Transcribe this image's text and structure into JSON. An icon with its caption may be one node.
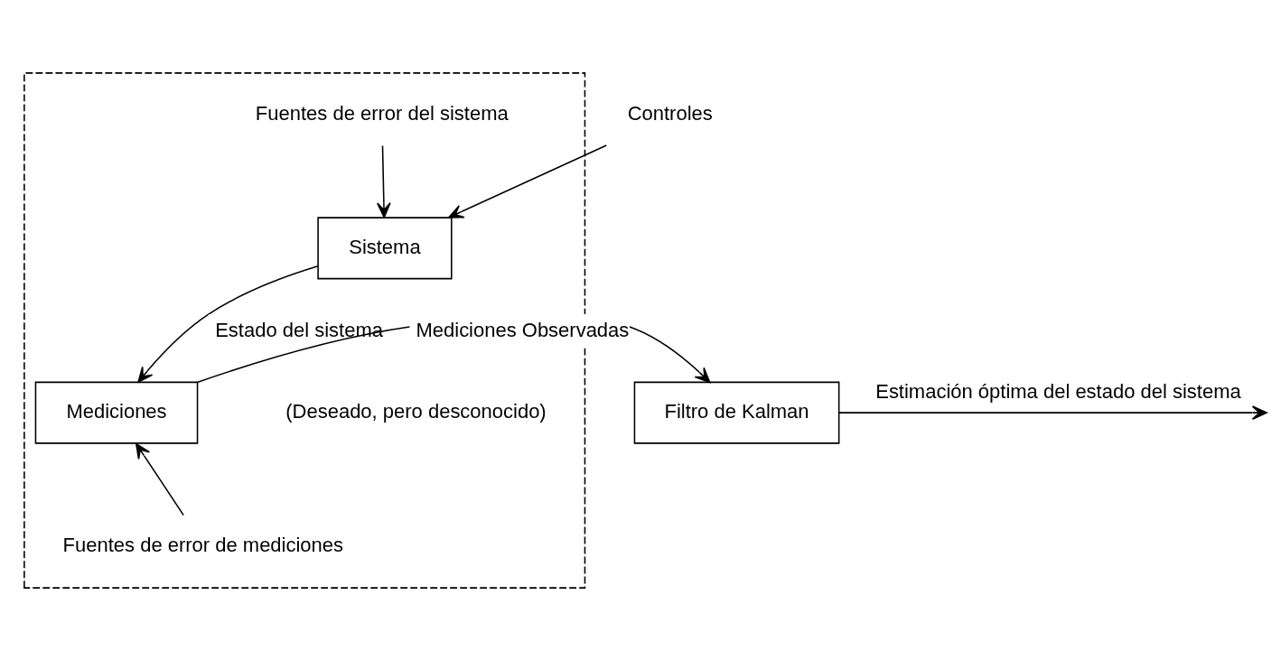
{
  "diagram": {
    "nodes": [
      {
        "text": [],
        "shape": "box"
      },
      {
        "text": [
          "Fuentes de error del sistema"
        ],
        "in": 0
      },
      {
        "text": [
          "Controles"
        ]
      },
      {
        "text": [
          "Sistema"
        ],
        "in": 0
      },
      {
        "text": [
          "Mediciones"
        ],
        "in": 0
      },
      {
        "text": [
          "Fuentes de error de mediciones"
        ],
        "in": 0
      },
      {
        "text": [
          "Filtro de Kalman"
        ]
      }
    ],
    "edges": [
      {
        "from": 1,
        "to": 3,
        "arrow": "to"
      },
      {
        "from": 2,
        "to": 3,
        "arrow": "to"
      },
      {
        "from": 3,
        "to": 4,
        "arrow": "to",
        "label": "Estado del sistema"
      },
      {
        "from": 5,
        "to": 4,
        "arrow": "to"
      },
      {
        "from": 4,
        "to": 6,
        "arrow": "to",
        "label": "Mediciones Observadas"
      },
      {
        "from": 6,
        "to": null,
        "arrow": "to",
        "label": "Estimación óptima del estado del sistema"
      }
    ],
    "labels": [
      "(Deseado, pero desconocido)"
    ]
  }
}
